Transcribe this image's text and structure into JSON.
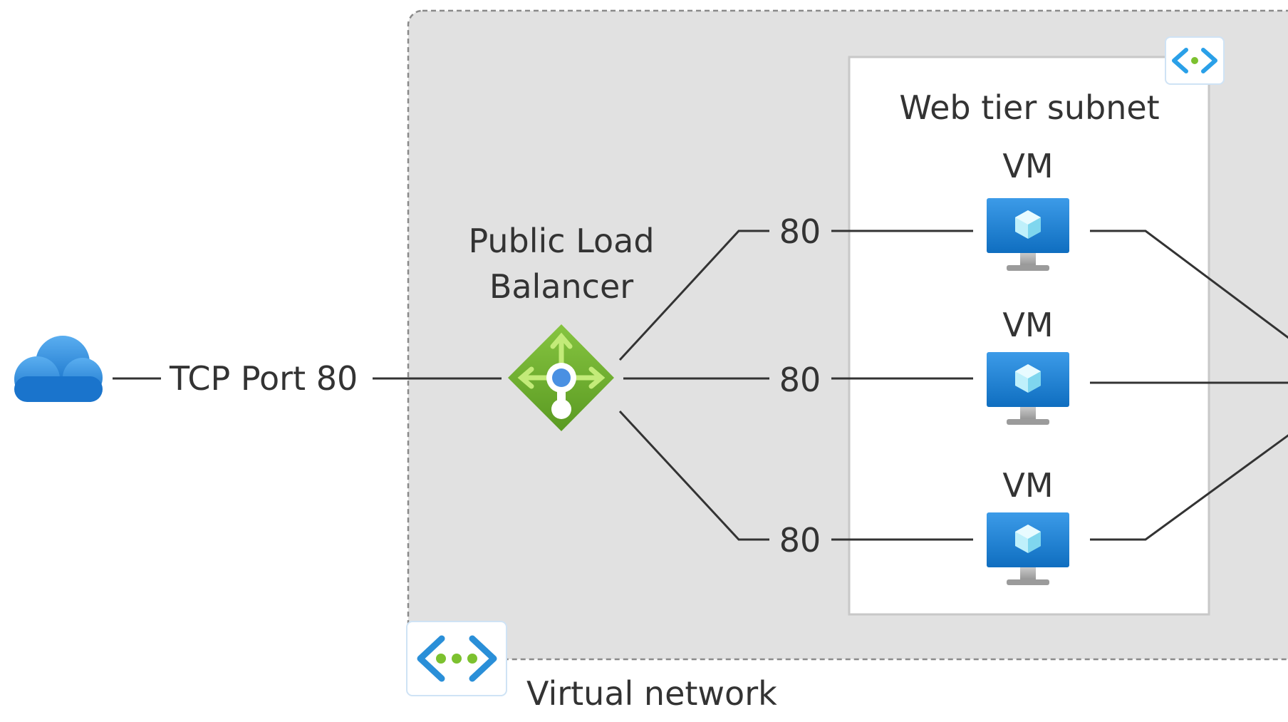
{
  "diagram": {
    "internet": {
      "icon": "cloud-icon"
    },
    "edge_label": "TCP Port 80",
    "load_balancer": {
      "label_line1": "Public Load",
      "label_line2": "Balancer",
      "icon": "load-balancer-icon"
    },
    "virtual_network": {
      "label": "Virtual network",
      "icon": "virtual-network-icon"
    },
    "subnet": {
      "label": "Web tier subnet",
      "icon": "subnet-icon"
    },
    "vms": [
      {
        "label": "VM",
        "port": "80",
        "icon": "virtual-machine-icon"
      },
      {
        "label": "VM",
        "port": "80",
        "icon": "virtual-machine-icon"
      },
      {
        "label": "VM",
        "port": "80",
        "icon": "virtual-machine-icon"
      }
    ],
    "colors": {
      "vnet_background": "#e1e1e1",
      "subnet_background": "#ffffff",
      "connector": "#333333",
      "cloud": "#1e88e0",
      "load_balancer": "#6aa62b",
      "vm_screen": "#1a7fd4"
    }
  }
}
